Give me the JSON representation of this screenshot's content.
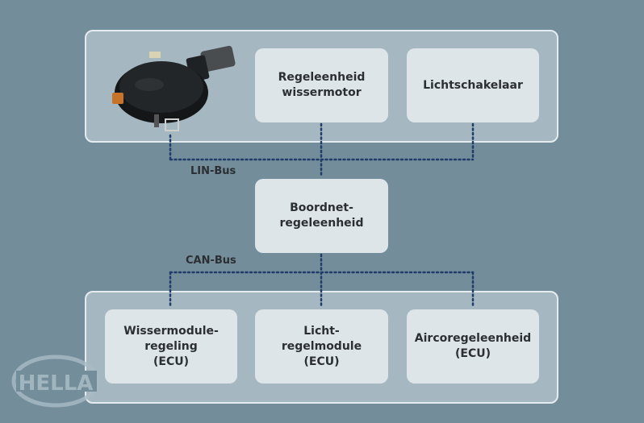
{
  "top_panel": {
    "nodes": [
      {
        "label": "Regeleenheid\nwissermotor"
      },
      {
        "label": "Lichtschakelaar"
      }
    ],
    "sensor_image": "rain-light-sensor"
  },
  "center_node": {
    "label": "Boordnet-\nregeleenheid"
  },
  "buses": {
    "lin": "LIN-Bus",
    "can": "CAN-Bus"
  },
  "bottom_panel": {
    "nodes": [
      {
        "label": "Wissermodule-\nregeling\n(ECU)"
      },
      {
        "label": "Licht-\nregelmodule\n(ECU)"
      },
      {
        "label": "Aircoregeleenheid\n(ECU)"
      }
    ]
  },
  "logo": {
    "text": "HELLA"
  },
  "colors": {
    "background": "#748d9a",
    "panel": "#a5b7c0",
    "node": "#dde5e9",
    "bus_line": "#1f3c6a"
  }
}
